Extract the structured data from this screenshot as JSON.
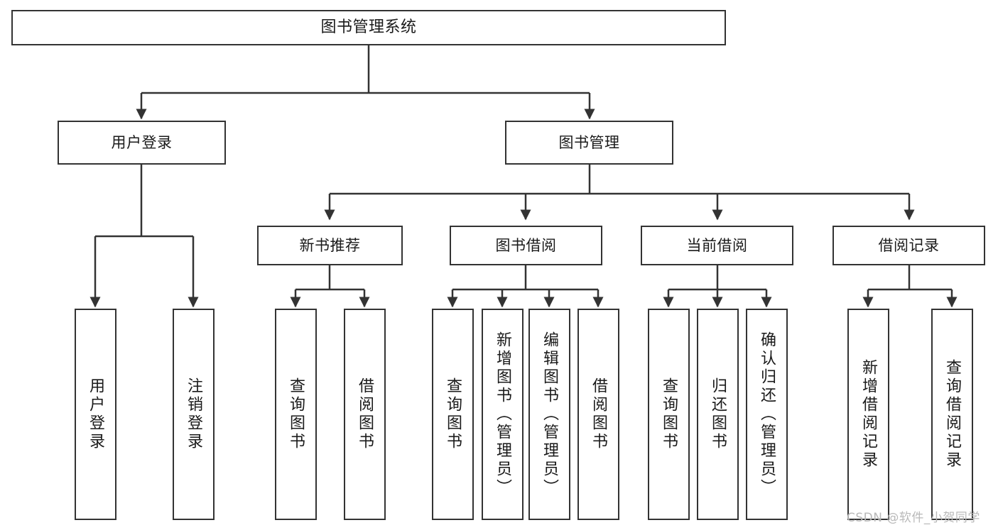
{
  "diagram": {
    "title": "图书管理系统",
    "type": "tree-hierarchy-chart",
    "stroke_color": "#333333",
    "fill_color": "#ffffff",
    "text_color": "#1a1a1a"
  },
  "nodes": {
    "root": {
      "label": "图书管理系统"
    },
    "level2": [
      {
        "id": "user-login",
        "label": "用户登录"
      },
      {
        "id": "book-management",
        "label": "图书管理"
      }
    ],
    "level3": [
      {
        "id": "new-book-recommend",
        "label": "新书推荐"
      },
      {
        "id": "book-borrow",
        "label": "图书借阅"
      },
      {
        "id": "current-borrow",
        "label": "当前借阅"
      },
      {
        "id": "borrow-record",
        "label": "借阅记录"
      }
    ],
    "leaves": {
      "user_login": [
        {
          "id": "leaf-user-login",
          "label": "用户登录"
        },
        {
          "id": "leaf-logout-login",
          "label": "注销登录"
        }
      ],
      "new_book_recommend": [
        {
          "id": "leaf-query-book-1",
          "label": "查询图书"
        },
        {
          "id": "leaf-borrow-book-1",
          "label": "借阅图书"
        }
      ],
      "book_borrow": [
        {
          "id": "leaf-query-book-2",
          "label": "查询图书"
        },
        {
          "id": "leaf-add-book",
          "label": "新增图书（管理员）"
        },
        {
          "id": "leaf-edit-book",
          "label": "编辑图书（管理员）"
        },
        {
          "id": "leaf-borrow-book-2",
          "label": "借阅图书"
        }
      ],
      "current_borrow": [
        {
          "id": "leaf-query-book-3",
          "label": "查询图书"
        },
        {
          "id": "leaf-return-book",
          "label": "归还图书"
        },
        {
          "id": "leaf-confirm-return",
          "label": "确认归还（管理员）"
        }
      ],
      "borrow_record": [
        {
          "id": "leaf-add-record",
          "label": "新增借阅记录"
        },
        {
          "id": "leaf-query-record",
          "label": "查询借阅记录"
        }
      ]
    }
  },
  "watermark": {
    "text": "CSDN @软件_小贺同学"
  }
}
